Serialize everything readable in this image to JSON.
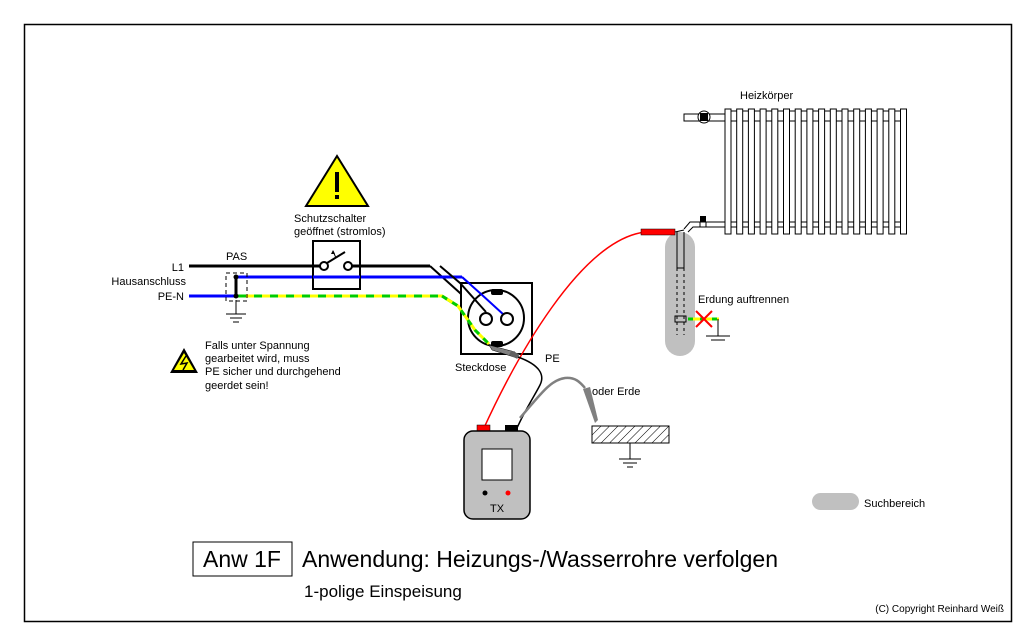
{
  "diagram": {
    "title_badge": "Anw 1F",
    "title": "Anwendung: Heizungs-/Wasserrohre verfolgen",
    "subtitle": "1-polige Einspeisung",
    "copyright": "(C) Copyright Reinhard Weiß",
    "labels": {
      "l1": "L1",
      "hausanschluss": "Hausanschluss",
      "pe_n": "PE-N",
      "pas": "PAS",
      "schutzschalter_line1": "Schutzschalter",
      "schutzschalter_line2": "geöffnet (stromlos)",
      "steckdose": "Steckdose",
      "pe": "PE",
      "oder_erde": "oder Erde",
      "heizkoerper": "Heizkörper",
      "erdung_auftrennen": "Erdung auftrennen",
      "tx": "TX"
    },
    "warning_note": [
      "Falls unter Spannung",
      "gearbeitet wird, muss",
      "PE sicher und durchgehend",
      "geerdet sein!"
    ],
    "legend": {
      "search_area": "Suchbereich"
    },
    "colors": {
      "phase": "#000000",
      "neutral": "#0000ff",
      "pe_green": "#00cc00",
      "pe_yellow": "#ffff00",
      "signal": "#ff0000",
      "probe_gray": "#808080",
      "search_area": "#c0c0c0",
      "warning_yellow": "#ffff00",
      "device_body": "#c0c0c0"
    }
  }
}
